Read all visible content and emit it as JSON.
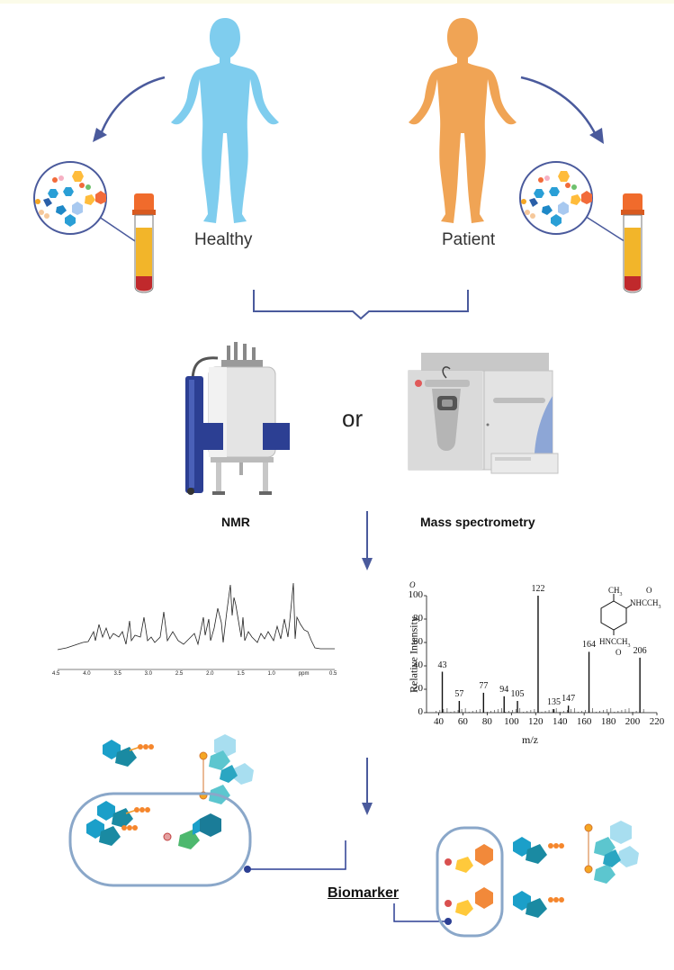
{
  "labels": {
    "healthy": "Healthy",
    "patient": "Patient",
    "or": "or",
    "nmr": "NMR",
    "mass_spec": "Mass spectrometry",
    "biomarker": "Biomarker"
  },
  "ms_chart": {
    "corner_mark": "O",
    "xlabel": "m/z",
    "ylabel": "Relative Intensity",
    "y_ticks": [
      "100",
      "80",
      "60",
      "40",
      "20",
      "0"
    ],
    "x_ticks": [
      "40",
      "60",
      "80",
      "100",
      "120",
      "140",
      "160",
      "180",
      "200",
      "220"
    ],
    "peak_labels": [
      "43",
      "57",
      "77",
      "94",
      "105",
      "122",
      "135",
      "147",
      "164",
      "206"
    ],
    "structure": {
      "ch3": "CH",
      "ch3_sub": "3",
      "amide_top_o": "O",
      "amide_top": "NHCCH",
      "amide_top_sub": "3",
      "amide_bottom": "HNCCH",
      "amide_bottom_sub": "3",
      "amide_bottom_o": "O"
    }
  },
  "nmr_chart": {
    "x_ticks": [
      "4.5",
      "4.0",
      "3.5",
      "3.0",
      "2.5",
      "2.0",
      "1.5",
      "1.0",
      "ppm",
      "0.5"
    ]
  },
  "chart_data": [
    {
      "type": "bar",
      "title": "",
      "xlabel": "m/z",
      "ylabel": "Relative Intensity",
      "xlim": [
        30,
        220
      ],
      "ylim": [
        0,
        100
      ],
      "x": [
        43,
        57,
        77,
        94,
        105,
        122,
        135,
        147,
        164,
        206
      ],
      "values": [
        35,
        10,
        17,
        14,
        10,
        100,
        3,
        6,
        52,
        47
      ]
    }
  ],
  "colors": {
    "healthy_body": "#7fcdee",
    "patient_body": "#f0a455",
    "arrow": "#4a5a9c",
    "bracket": "#4a5a9c",
    "nmr_blue": "#2c3f93",
    "cap_orange": "#f06b2c",
    "serum_yellow": "#f2b52a",
    "blood_red": "#c0292c"
  }
}
